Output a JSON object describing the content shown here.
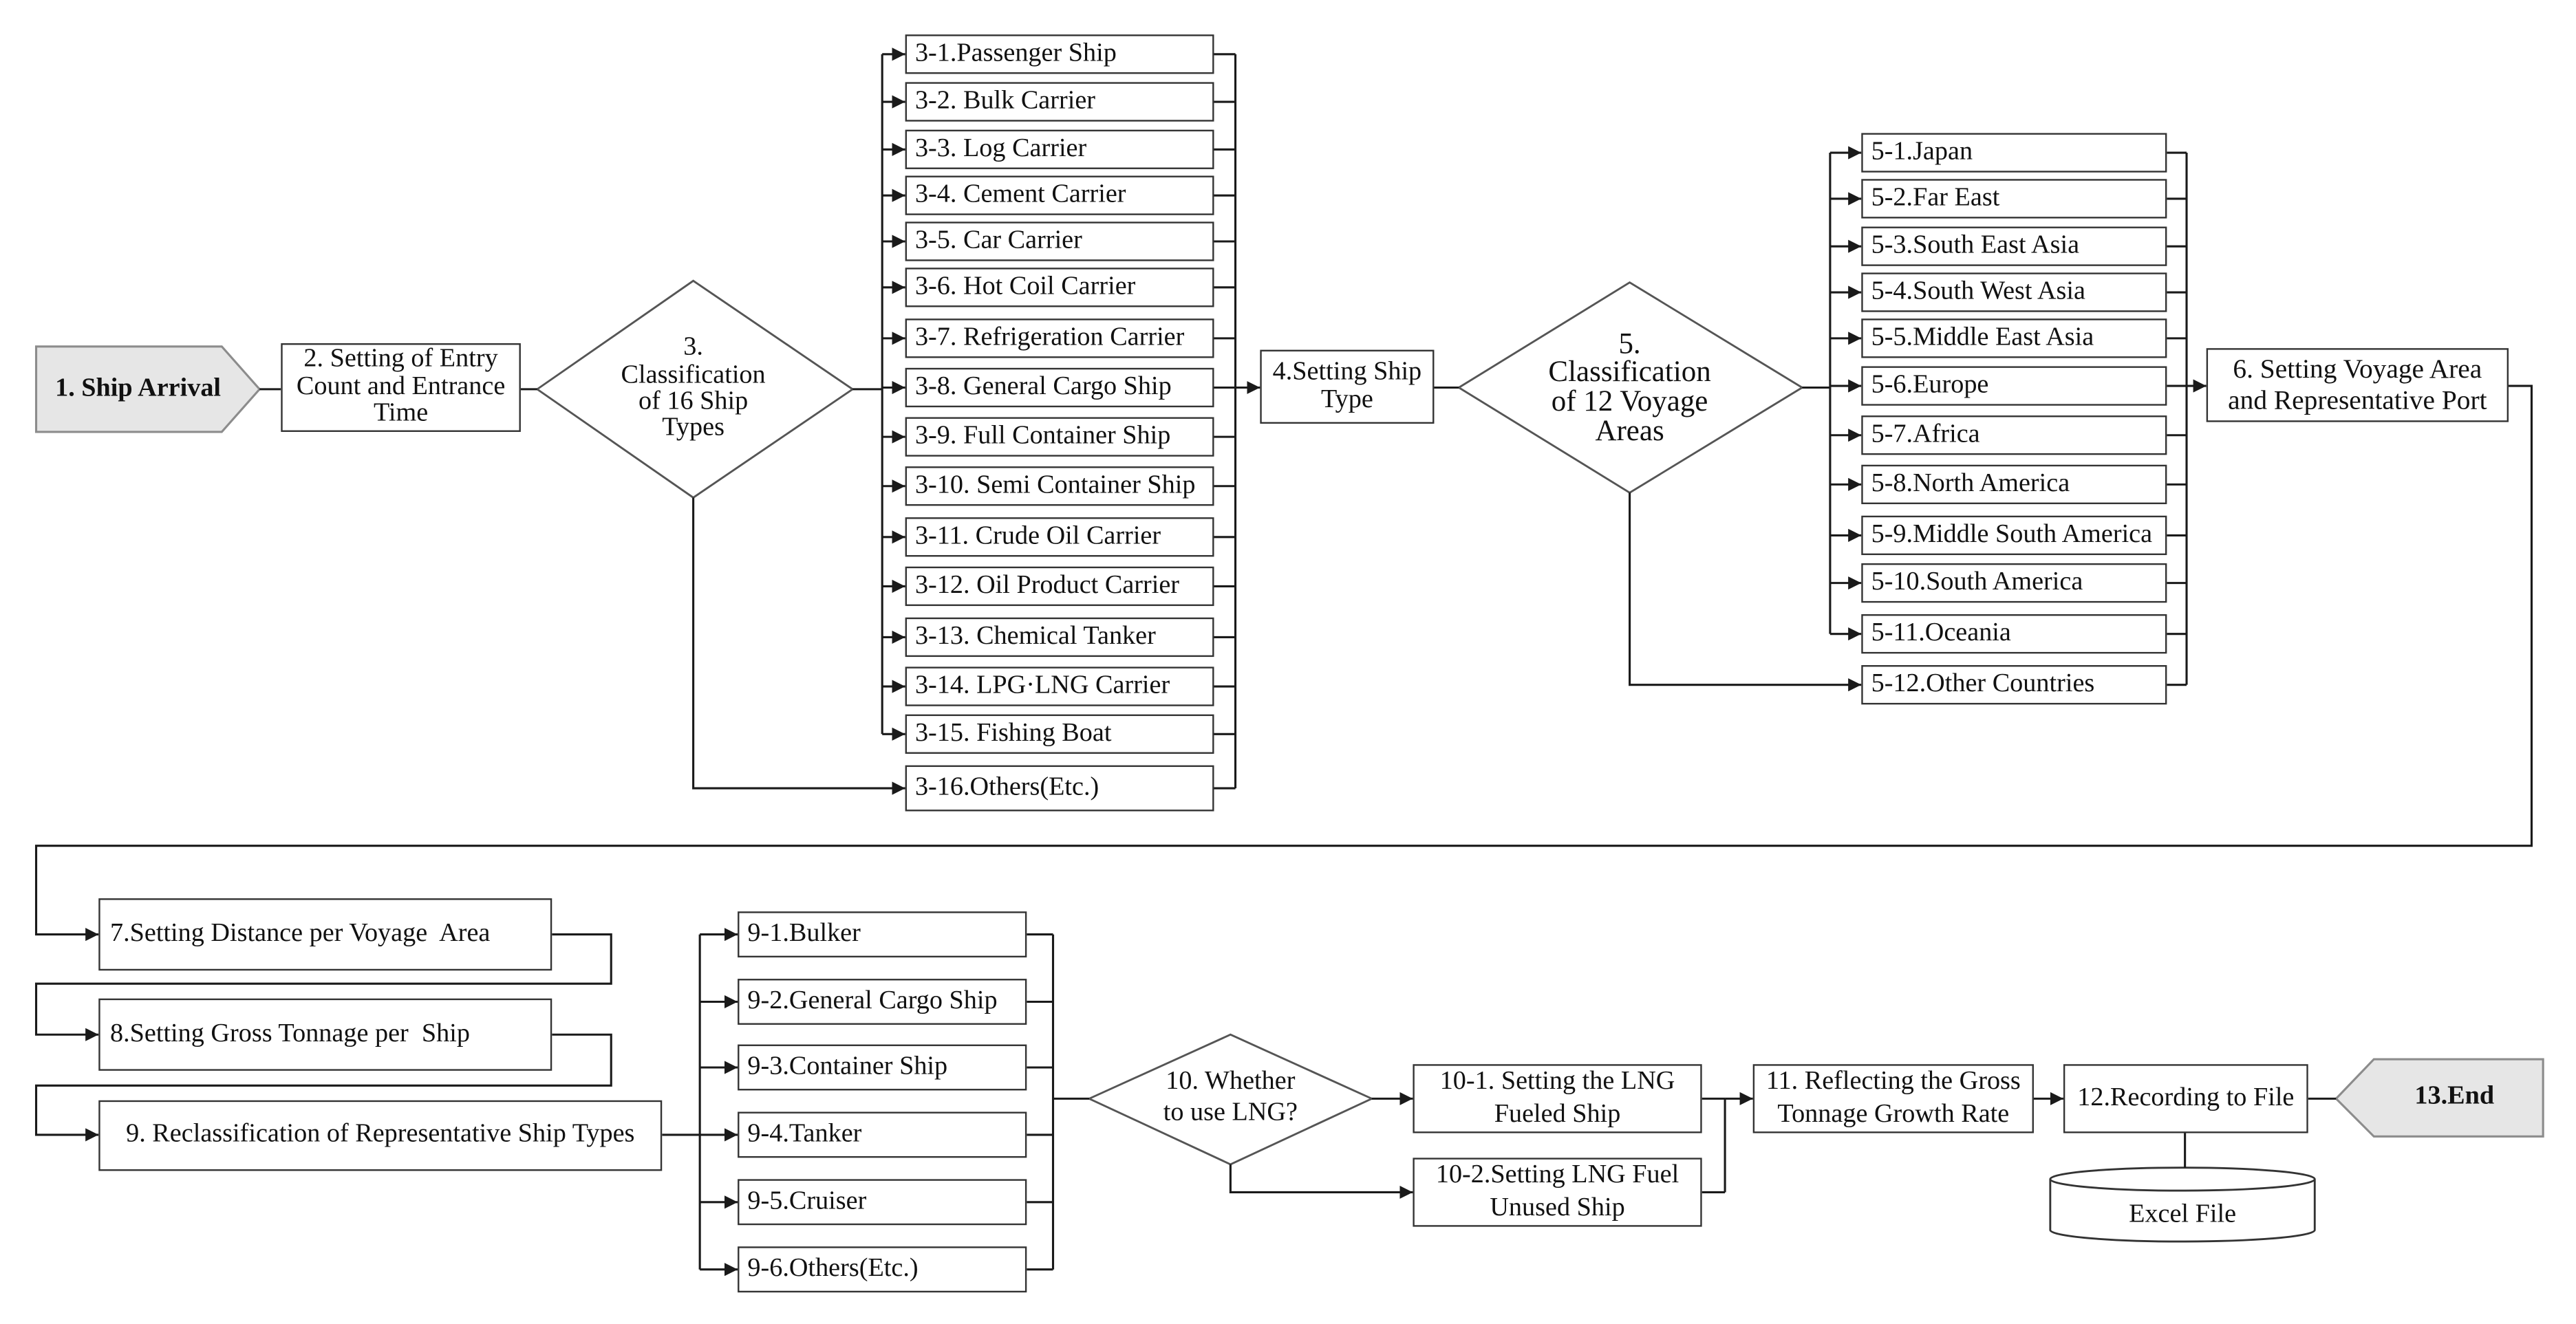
{
  "flow": {
    "ship_arrival": "1. Ship Arrival",
    "entry_setting": "2. Setting of Entry\nCount and Entrance\nTime",
    "classify_ship_types": "3.\nClassification\nof 16 Ship\nTypes",
    "ship_types": [
      "3-1.Passenger Ship",
      "3-2. Bulk Carrier",
      "3-3. Log Carrier",
      "3-4. Cement Carrier",
      "3-5. Car Carrier",
      "3-6. Hot Coil Carrier",
      "3-7. Refrigeration Carrier",
      "3-8. General Cargo Ship",
      "3-9. Full Container Ship",
      "3-10. Semi Container Ship",
      "3-11. Crude Oil Carrier",
      "3-12. Oil Product Carrier",
      "3-13. Chemical Tanker",
      "3-14. LPG·LNG Carrier",
      "3-15. Fishing Boat",
      "3-16.Others(Etc.)"
    ],
    "setting_ship_type": "4.Setting Ship\nType",
    "classify_voyage_areas": "5.\nClassification\nof 12 Voyage\nAreas",
    "voyage_areas": [
      "5-1.Japan",
      "5-2.Far East",
      "5-3.South East Asia",
      "5-4.South West Asia",
      "5-5.Middle East Asia",
      "5-6.Europe",
      "5-7.Africa",
      "5-8.North America",
      "5-9.Middle South America",
      "5-10.South America",
      "5-11.Oceania",
      "5-12.Other Countries"
    ],
    "setting_voyage_area": "6. Setting Voyage Area\nand Representative Port",
    "setting_distance": "7.Setting Distance per Voyage  Area",
    "setting_gross_tonnage": "8.Setting Gross Tonnage per  Ship",
    "reclassification": "9. Reclassification of Representative Ship Types",
    "representative_types": [
      "9-1.Bulker",
      "9-2.General Cargo Ship",
      "9-3.Container Ship",
      "9-4.Tanker",
      "9-5.Cruiser",
      "9-6.Others(Etc.)"
    ],
    "use_lng_question": "10. Whether\nto use LNG?",
    "lng_fueled": "10-1. Setting the LNG\nFueled Ship",
    "lng_unused": "10-2.Setting LNG Fuel\nUnused Ship",
    "growth_rate": "11. Reflecting the Gross\nTonnage Growth Rate",
    "recording": "12.Recording to File",
    "excel_file": "Excel File",
    "end": "13.End"
  },
  "colors": {
    "terminal_fill": "#e6e6e6",
    "terminal_stroke": "#8c8c8c",
    "line": "#1a1a1a",
    "decision_stroke": "#555555"
  }
}
